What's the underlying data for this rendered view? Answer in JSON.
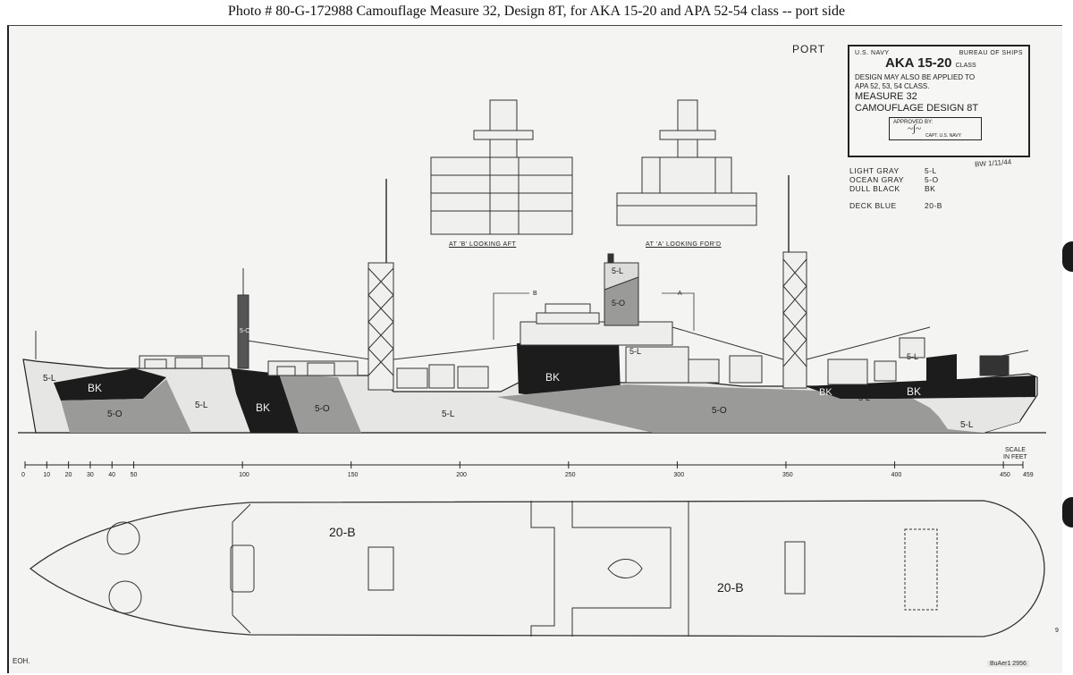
{
  "caption": "Photo # 80-G-172988 Camouflage Measure 32, Design 8T, for AKA 15-20 and APA 52-54 class -- port side",
  "view_side": "PORT",
  "title_block": {
    "left": "U.S. NAVY",
    "right": "BUREAU OF SHIPS",
    "class_name": "AKA 15-20",
    "class_suffix": "CLASS",
    "note_line1": "DESIGN MAY ALSO BE APPLIED TO",
    "note_line2": "APA 52, 53, 54 CLASS.",
    "measure": "MEASURE 32",
    "design": "CAMOUFLAGE DESIGN 8T",
    "approved_label": "APPROVED BY:",
    "approver_rank": "CAPT. U.S. NAVY"
  },
  "date_note": "BW 1/11/44",
  "legend": [
    {
      "name": "LIGHT GRAY",
      "code": "5-L",
      "color": "#e4e4e2"
    },
    {
      "name": "OCEAN GRAY",
      "code": "5-O",
      "color": "#9a9a98"
    },
    {
      "name": "DULL BLACK",
      "code": "BK",
      "color": "#1c1c1c"
    }
  ],
  "deck_legend": {
    "name": "DECK BLUE",
    "code": "20-B"
  },
  "views": {
    "aft": "AT 'B' LOOKING AFT",
    "fwd": "AT 'A' LOOKING FOR'D",
    "mark_b": "B",
    "mark_a": "A"
  },
  "hull_labels": {
    "bow_5l": "5-L",
    "bk1": "BK",
    "o1": "5-O",
    "l1": "5-L",
    "bk2": "BK",
    "o2": "5-O",
    "l2": "5-L",
    "bk3": "BK",
    "o3": "5-O",
    "bk4": "BK",
    "l3": "5-L",
    "bk5": "BK",
    "l4": "5-L",
    "stern_5l": "5-L",
    "stack_5l": "5-L",
    "stack_5o": "5-O",
    "house_5l": "5-L",
    "mast_5o": "5-O"
  },
  "scale": {
    "label_line1": "SCALE",
    "label_line2": "IN FEET",
    "ticks": [
      {
        "ft": 0,
        "label": "0"
      },
      {
        "ft": 10,
        "label": "10"
      },
      {
        "ft": 20,
        "label": "20"
      },
      {
        "ft": 30,
        "label": "30"
      },
      {
        "ft": 40,
        "label": "40"
      },
      {
        "ft": 50,
        "label": "50"
      },
      {
        "ft": 100,
        "label": "100"
      },
      {
        "ft": 150,
        "label": "150"
      },
      {
        "ft": 200,
        "label": "200"
      },
      {
        "ft": 250,
        "label": "250"
      },
      {
        "ft": 300,
        "label": "300"
      },
      {
        "ft": 350,
        "label": "350"
      },
      {
        "ft": 400,
        "label": "400"
      },
      {
        "ft": 450,
        "label": "450"
      },
      {
        "ft": 459,
        "label": "459"
      }
    ]
  },
  "deck_labels": {
    "fwd": "20-B",
    "aft": "20-B"
  },
  "corner_left": "EOH.",
  "corner_right": "BuAer1 2956",
  "corner_bottom": "9"
}
